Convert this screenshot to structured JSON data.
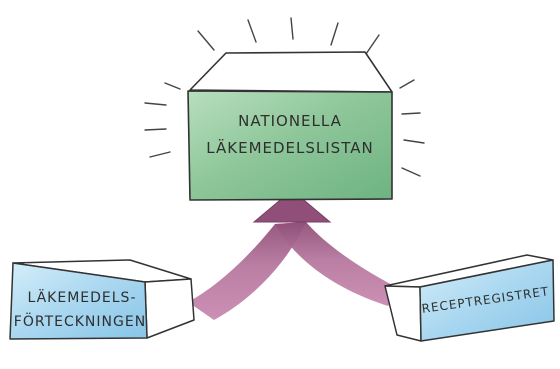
{
  "nodes": {
    "center": {
      "line1": "NATIONELLA",
      "line2": "LÄKEMEDELSLISTAN"
    },
    "left": {
      "line1": "LÄKEMEDELS-",
      "line2": "FÖRTECKNINGEN"
    },
    "right": {
      "line1": "RECEPTREGISTRET"
    }
  },
  "colors": {
    "green_front": "#8fc79a",
    "blue_front": "#a9d7f0",
    "arrow": "#b7789f",
    "ink": "#333333"
  }
}
